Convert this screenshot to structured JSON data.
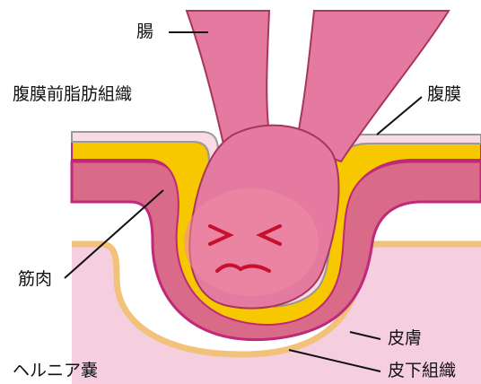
{
  "diagram": {
    "labels": {
      "intestine": "腸",
      "preperitoneal_fat": "腹膜前脂肪組織",
      "peritoneum": "腹膜",
      "muscle": "筋肉",
      "skin": "皮膚",
      "subcutaneous_tissue": "皮下組織",
      "hernia_sac": "ヘルニア嚢"
    },
    "colors": {
      "skin_outline": "#f2c27a",
      "subcutaneous": "#f5cfe0",
      "muscle": "#d96a88",
      "muscle_border": "#c0287a",
      "fat": "#f7c800",
      "peritoneum": "#ffffff",
      "peritoneum_fill": "#f8dbe6",
      "intestine": "#e57aa0",
      "intestine_light": "#f0a3be",
      "face": "#c8102e"
    }
  }
}
